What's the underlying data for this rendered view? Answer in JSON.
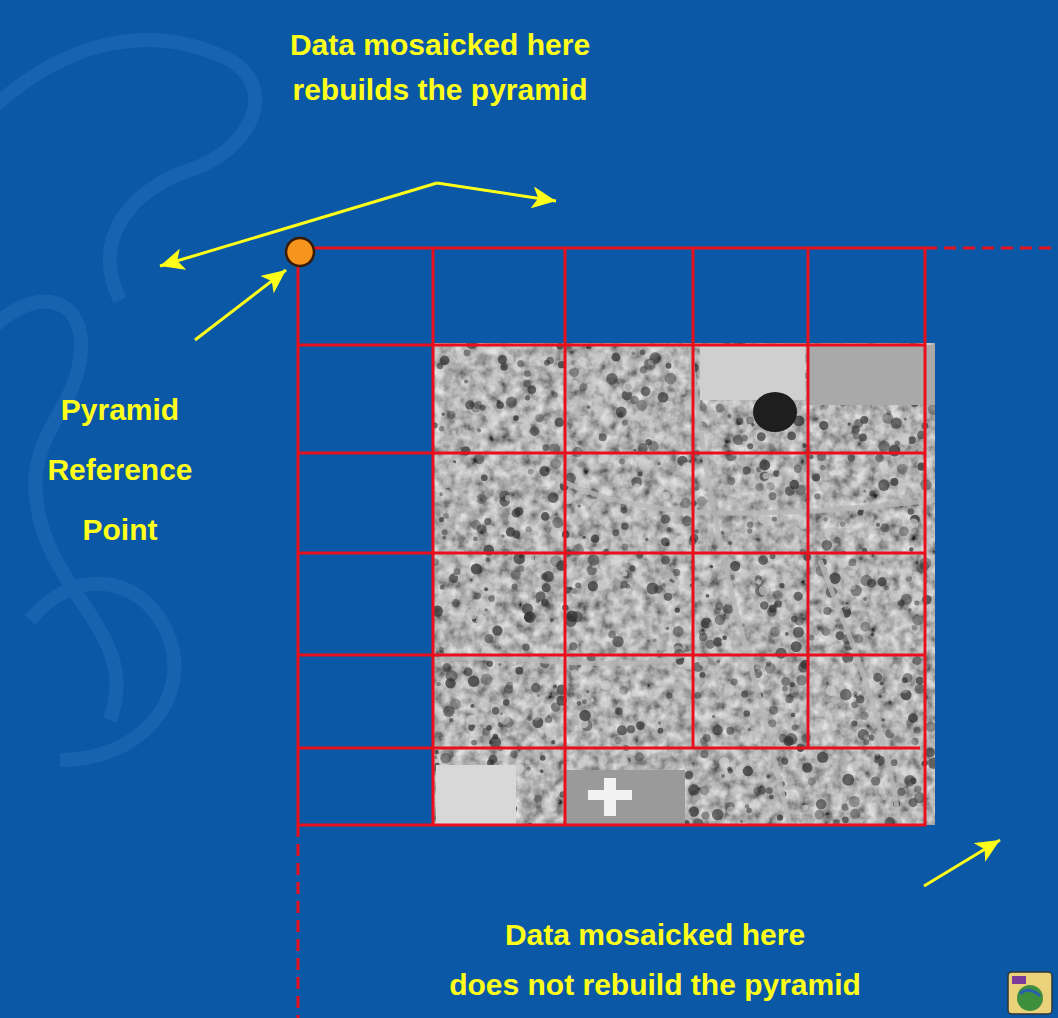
{
  "diagram": {
    "labels": [
      "Data mosaicked here rebuilds the pyramid",
      "Pyramid Reference Point",
      "Data mosaicked here does not rebuild the pyramid"
    ]
  }
}
